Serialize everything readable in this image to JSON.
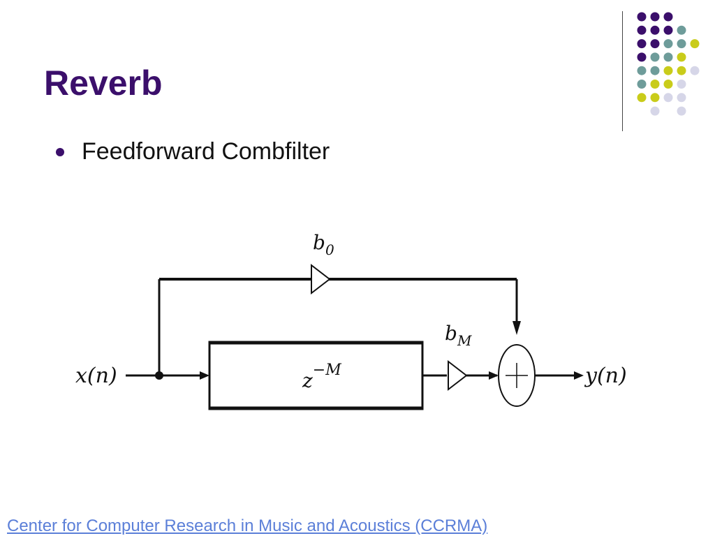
{
  "slide": {
    "title": "Reverb",
    "bullets": [
      "Feedforward Combfilter"
    ],
    "footer_link": "Center for Computer Research in Music and Acoustics (CCRMA)"
  },
  "diagram": {
    "input_label": "x(n)",
    "output_label": "y(n)",
    "delay_base": "z",
    "delay_exp": "−M",
    "gain_top_base": "b",
    "gain_top_sub": "0",
    "gain_bottom_base": "b",
    "gain_bottom_sub": "M",
    "sum_symbol": "+"
  },
  "colors": {
    "title": "#3b0f6b",
    "link": "#5b7fd8",
    "dot_purple": "#3b0f6b",
    "dot_teal": "#6e9c9a",
    "dot_yellow": "#c9cc1a",
    "dot_lavender": "#d6d6e8"
  },
  "decoration_dots": [
    [
      "purple",
      "purple",
      "purple",
      "",
      "",
      ""
    ],
    [
      "purple",
      "purple",
      "purple",
      "teal",
      "",
      ""
    ],
    [
      "purple",
      "purple",
      "teal",
      "teal",
      "yellow",
      ""
    ],
    [
      "purple",
      "teal",
      "teal",
      "yellow",
      "",
      ""
    ],
    [
      "teal",
      "teal",
      "yellow",
      "yellow",
      "lavender",
      ""
    ],
    [
      "teal",
      "yellow",
      "yellow",
      "lavender",
      "",
      ""
    ],
    [
      "yellow",
      "yellow",
      "lavender",
      "lavender",
      "",
      ""
    ],
    [
      "",
      "lavender",
      "",
      "lavender",
      "",
      ""
    ]
  ]
}
